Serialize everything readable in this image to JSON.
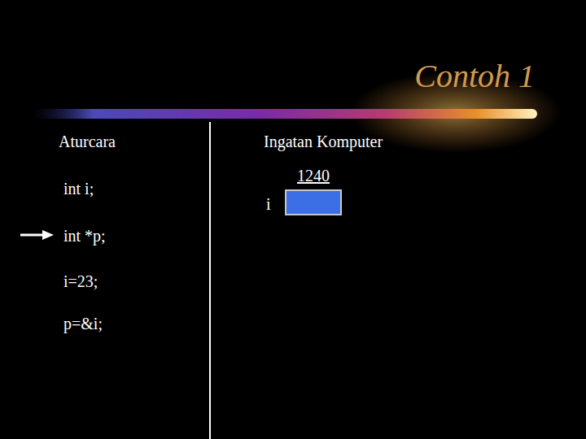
{
  "diagram": {
    "title": "Contoh 1",
    "nodes": [
      {
        "text": [
          "1240",
          "i"
        ]
      }
    ],
    "labels": [
      "Aturcara",
      "int i;",
      "int *p;",
      "i=23;",
      "p=&i;",
      "Ingatan Komputer"
    ]
  }
}
